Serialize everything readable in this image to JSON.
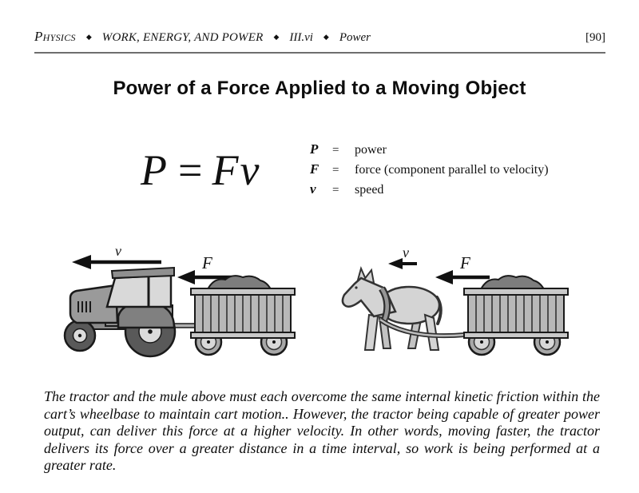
{
  "header": {
    "course": "Physics",
    "separator": "◆",
    "unit": "WORK, ENERGY, AND POWER",
    "section": "III.vi",
    "topic": "Power",
    "page_number": "[90]"
  },
  "title": "Power of a Force Applied to a Moving Object",
  "formula": {
    "lhs": "P",
    "eq": "=",
    "rhs": "Fv",
    "legend": [
      {
        "symbol": "P",
        "eq": "=",
        "description": "power"
      },
      {
        "symbol": "F",
        "eq": "=",
        "description": "force (component parallel to velocity)"
      },
      {
        "symbol": "v",
        "eq": "=",
        "description": "speed"
      }
    ]
  },
  "illustration": {
    "tractor": {
      "velocity_label": "v",
      "force_label": "F"
    },
    "mule": {
      "velocity_label": "v",
      "force_label": "F"
    }
  },
  "caption": "The tractor and the mule above must each overcome the same internal kinetic friction within the cart’s wheelbase to maintain cart motion..  However, the tractor being capable of greater power output, can deliver this force at a higher velocity.  In other words, moving faster, the tractor delivers its force over a greater distance in a time interval, so work is being performed at a greater rate.",
  "colors": {
    "rule": "#6e6e6e",
    "text": "#111111",
    "arrow": "#111111",
    "tractor_body": "#9a9a9a",
    "tractor_fender": "#808080",
    "window": "#d9d9d9",
    "tire": "#595959",
    "hub": "#dcdcdc",
    "cart_body": "#b8b8b8",
    "cart_rail": "#c9c9c9",
    "load": "#7d7d7d",
    "mule_body": "#d4d4d4"
  }
}
